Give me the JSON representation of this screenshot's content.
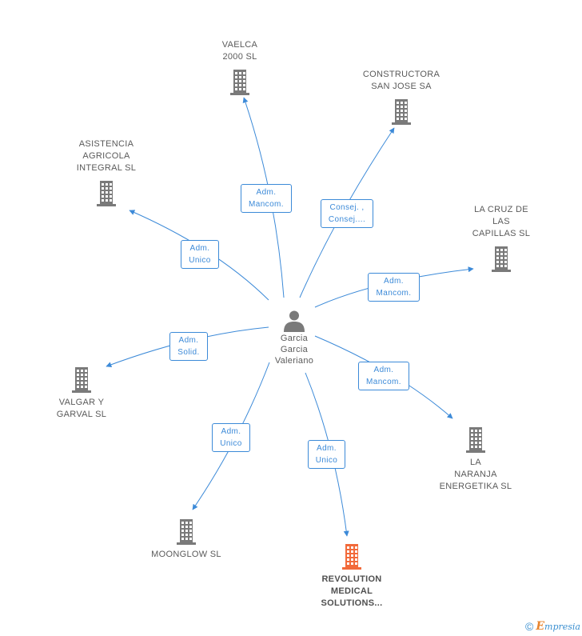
{
  "center": {
    "name": "Garcia\nGarcia\nValeriano",
    "icon": "person-icon"
  },
  "companies": [
    {
      "id": "vaelca",
      "name": "VAELCA\n2000  SL",
      "role": "Adm.\nMancom.",
      "icon": "building-icon"
    },
    {
      "id": "constructora",
      "name": "CONSTRUCTORA\nSAN JOSE SA",
      "role": "Consej. ,\nConsej....",
      "icon": "building-icon"
    },
    {
      "id": "asistencia",
      "name": "ASISTENCIA\nAGRICOLA\nINTEGRAL SL",
      "role": "Adm.\nUnico",
      "icon": "building-icon"
    },
    {
      "id": "lacruz",
      "name": "LA CRUZ DE\nLAS\nCAPILLAS SL",
      "role": "Adm.\nMancom.",
      "icon": "building-icon"
    },
    {
      "id": "valgar",
      "name": "VALGAR Y\nGARVAL SL",
      "role": "Adm.\nSolid.",
      "icon": "building-icon"
    },
    {
      "id": "naranja",
      "name": "LA\nNARANJA\nENERGETIKA SL",
      "role": "Adm.\nMancom.",
      "icon": "building-icon"
    },
    {
      "id": "moonglow",
      "name": "MOONGLOW SL",
      "role": "Adm.\nUnico",
      "icon": "building-icon"
    },
    {
      "id": "revolution",
      "name": "REVOLUTION\nMEDICAL\nSOLUTIONS...",
      "role": "Adm.\nUnico",
      "icon": "building-icon",
      "highlight": true
    }
  ],
  "colors": {
    "edge": "#3c8ad8",
    "building": "#7a7a7a",
    "building_highlight": "#f26a3a",
    "person": "#7a7a7a"
  },
  "footer": {
    "copyright": "©",
    "brand_initial": "E",
    "brand_rest": "mpresia"
  }
}
